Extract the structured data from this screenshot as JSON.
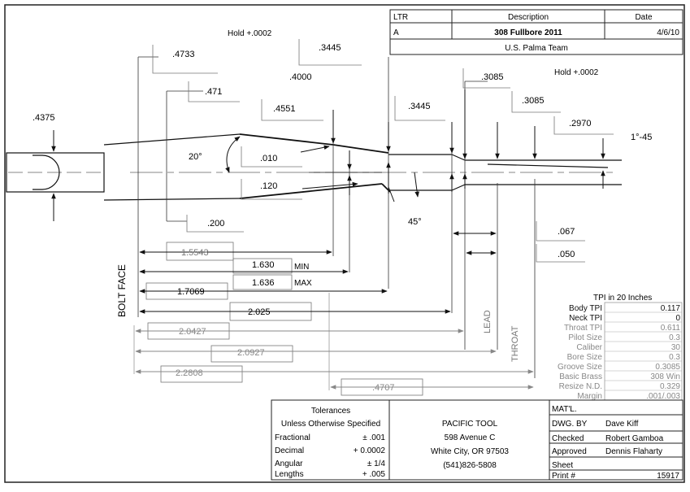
{
  "revision_block": {
    "headers": [
      "LTR",
      "Description",
      "Date"
    ],
    "row": {
      "ltr": "A",
      "description": "308 Fullbore 2011",
      "date": "4/6/10"
    },
    "team": "U.S. Palma Team"
  },
  "notes": {
    "hold_left": "Hold +.0002",
    "hold_right": "Hold +.0002",
    "bolt_face": "BOLT FACE",
    "lead": "LEAD",
    "throat": "THROAT",
    "min": "MIN",
    "max": "MAX"
  },
  "dimensions": {
    "d4375": ".4375",
    "d4733": ".4733",
    "d471": ".471",
    "d3445_top": ".3445",
    "d4000": ".4000",
    "d4551": ".4551",
    "d3445_mid": ".3445",
    "d3085_a": ".3085",
    "d3085_b": ".3085",
    "d2970": ".2970",
    "taper": "1°-45",
    "angle20": "20°",
    "d010": ".010",
    "d120": ".120",
    "angle45": "45°",
    "d200": ".200",
    "d067": ".067",
    "d050": ".050",
    "d15543": "1.5543",
    "d1630": "1.630",
    "d1636": "1.636",
    "d17069": "1.7069",
    "d2025": "2.025",
    "d20427": "2.0427",
    "d20927": "2.0927",
    "d22808": "2.2808",
    "d4707": ".4707"
  },
  "tpi_table": {
    "title": "TPI in 20 Inches",
    "rows": [
      {
        "label": "Body TPI",
        "value": "0.117"
      },
      {
        "label": "Neck TPI",
        "value": "0"
      },
      {
        "label": "Throat TPI",
        "value": "0.611"
      },
      {
        "label": "Pilot Size",
        "value": "0.3"
      },
      {
        "label": "Caliber",
        "value": "30"
      },
      {
        "label": "Bore Size",
        "value": "0.3"
      },
      {
        "label": "Groove Size",
        "value": "0.3085"
      },
      {
        "label": "Basic Brass",
        "value": "308 Win"
      },
      {
        "label": "Resize N.D.",
        "value": "0.329"
      },
      {
        "label": "Margin",
        "value": ".001/.003"
      }
    ]
  },
  "tolerances": {
    "title": "Tolerances",
    "subtitle": "Unless Otherwise Specified",
    "rows": [
      {
        "label": "Fractional",
        "value": "± .001"
      },
      {
        "label": "Decimal",
        "value": "+ 0.0002"
      },
      {
        "label": "Angular",
        "value": "± 1/4"
      },
      {
        "label": "Lengths",
        "value": "+ .005"
      }
    ]
  },
  "company": {
    "name": "PACIFIC TOOL",
    "street": "598 Avenue C",
    "city": "White City, OR 97503",
    "phone": "(541)826-5808"
  },
  "title_block": {
    "matl": "MAT'L.",
    "dwg_by_label": "DWG. BY",
    "dwg_by": "Dave Kiff",
    "checked_label": "Checked",
    "checked": "Robert Gamboa",
    "approved_label": "Approved",
    "approved": "Dennis Flaharty",
    "sheet_label": "Sheet",
    "print_label": "Print #",
    "print_no": "15917"
  }
}
